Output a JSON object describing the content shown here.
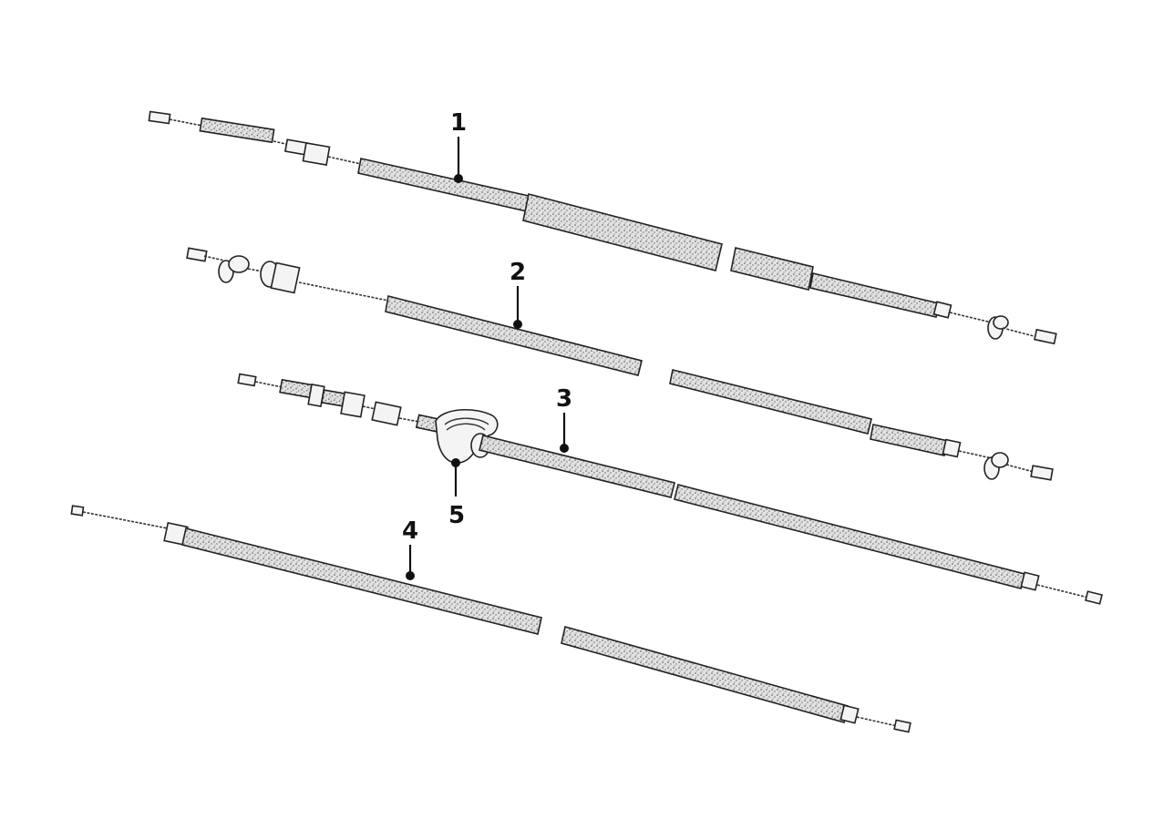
{
  "diagram": {
    "callouts": [
      {
        "id": "1",
        "label": "1"
      },
      {
        "id": "2",
        "label": "2"
      },
      {
        "id": "3",
        "label": "3"
      },
      {
        "id": "4",
        "label": "4"
      },
      {
        "id": "5",
        "label": "5"
      }
    ]
  },
  "colors": {
    "line": "#222222",
    "background": "#ffffff"
  }
}
